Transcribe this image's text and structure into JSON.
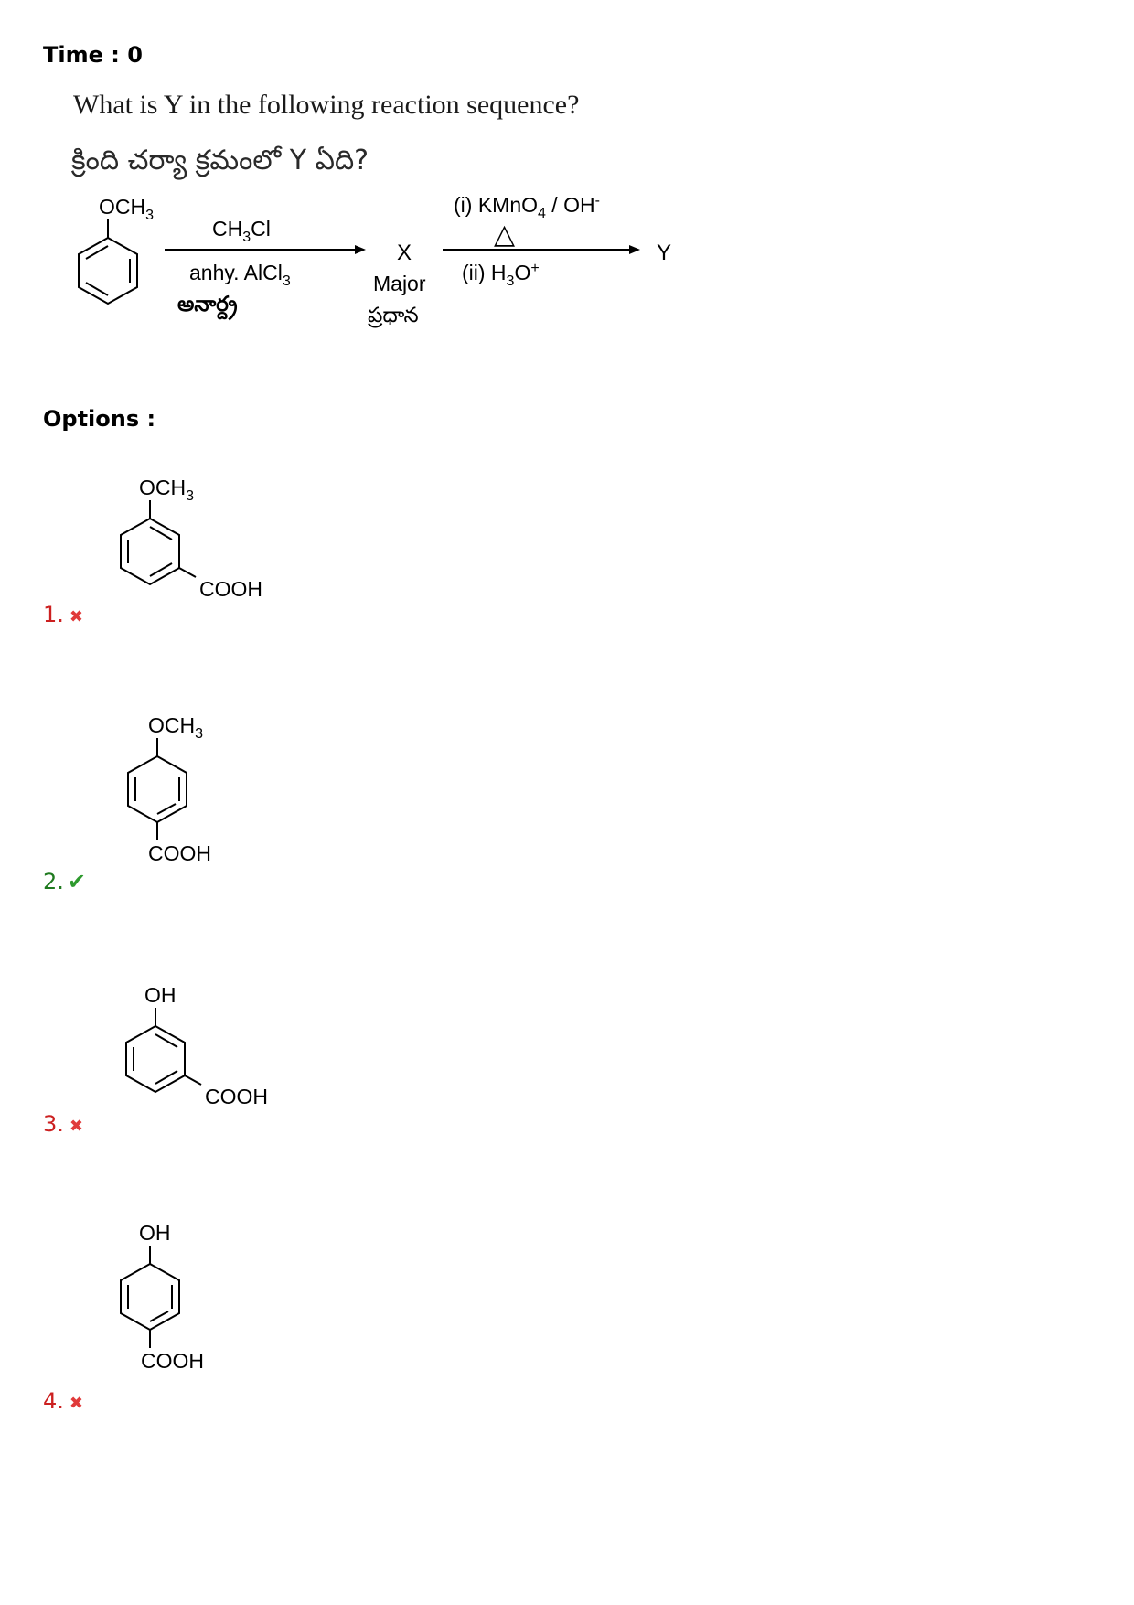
{
  "timer": {
    "label": "Time : 0"
  },
  "question": {
    "english": "What is Y in the following reaction sequence?",
    "telugu": "క్రింది చర్యా క్రమంలో Y ఏది?"
  },
  "reaction": {
    "start_group": {
      "main": "OCH",
      "sub": "3"
    },
    "step1_reagent": {
      "main": "CH",
      "sub": "3",
      "tail": "Cl"
    },
    "step1_catalyst": {
      "main": "anhy. AlCl",
      "sub": "3"
    },
    "step1_catalyst_te": "అనార్ద్ర",
    "intermediate": "X",
    "intermediate_note": "Major",
    "intermediate_note_te": "ప్రధాన",
    "step2_reagent_a": {
      "main": "(i) KMnO",
      "sub": "4",
      "tail": " / OH",
      "sup": "-"
    },
    "step2_heat": "△",
    "step2_reagent_b": {
      "main": "(ii) H",
      "sub": "3",
      "tail": "O",
      "sup": "+"
    },
    "product": "Y"
  },
  "options_label": "Options :",
  "options": [
    {
      "number": "1.",
      "status": "wrong",
      "mark": "✖",
      "top_group": {
        "main": "OCH",
        "sub": "3"
      },
      "acid_group": "COOH"
    },
    {
      "number": "2.",
      "status": "right",
      "mark": "✔",
      "top_group": {
        "main": "OCH",
        "sub": "3"
      },
      "acid_group": "COOH"
    },
    {
      "number": "3.",
      "status": "wrong",
      "mark": "✖",
      "top_group": {
        "main": "OH",
        "sub": ""
      },
      "acid_group": "COOH"
    },
    {
      "number": "4.",
      "status": "wrong",
      "mark": "✖",
      "top_group": {
        "main": "OH",
        "sub": ""
      },
      "acid_group": "COOH"
    }
  ]
}
